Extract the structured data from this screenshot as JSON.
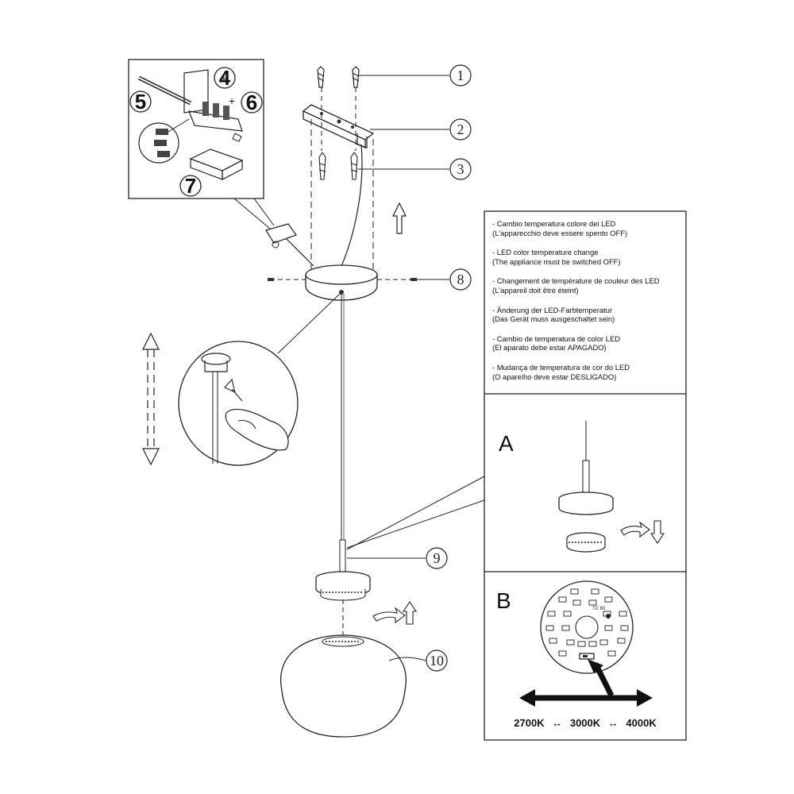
{
  "callouts": {
    "c1": "1",
    "c2": "2",
    "c3": "3",
    "c4": "4",
    "c5": "5",
    "c6": "6",
    "c7": "7",
    "c8": "8",
    "c9": "9",
    "c10": "10"
  },
  "panels": {
    "a": "A",
    "b": "B"
  },
  "instructions": [
    {
      "title": "- Cambio temperatura colore dei LED",
      "note": "(L'apparecchio deve essere spento OFF)"
    },
    {
      "title": "- LED color temperature change",
      "note": "(The appliance must be switched OFF)"
    },
    {
      "title": "- Changement de température de couleur des LED",
      "note": "(L'appareil doit être éteint)"
    },
    {
      "title": "- Änderung der LED-Farbtemperatur",
      "note": "(Das Gerät muss ausgeschaltet sein)"
    },
    {
      "title": "- Cambio de temperatura de color LED",
      "note": "(El aparato debe estar APAGADO)"
    },
    {
      "title": "- Mudança de temperatura de cor do LED",
      "note": "(O aparelho deve estar DESLIGADO)"
    }
  ],
  "temperatures": [
    "2700K",
    "3000K",
    "4000K"
  ],
  "temp_separator": "↔",
  "pcb_marking": "TC 80"
}
